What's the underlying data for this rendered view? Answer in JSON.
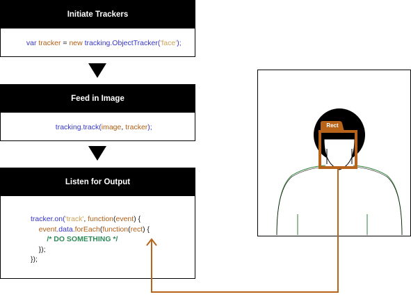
{
  "steps": [
    {
      "title": "Initiate Trackers",
      "code": {
        "part1": "var ",
        "part2": "tracker",
        "part3": " = ",
        "part4": "new ",
        "part5": "tracking.ObjectTracker(",
        "part6": "'face'",
        "part7": ");"
      }
    },
    {
      "title": "Feed in Image",
      "code": {
        "part1": "tracking.track(",
        "part2": "image",
        "part3": ", ",
        "part4": "tracker",
        "part5": ");"
      }
    },
    {
      "title": "Listen for Output",
      "code": {
        "l1a": "tracker.on(",
        "l1b": "'track'",
        "l1c": ", ",
        "l1d": "function",
        "l1e": "(",
        "l1f": "event",
        "l1g": ") {",
        "l2a": "    ",
        "l2b": "event",
        "l2c": ".data.",
        "l2d": "forEach",
        "l2e": "(",
        "l2f": "function",
        "l2g": "(",
        "l2h": "rect",
        "l2i": ") {",
        "l3": "        /* DO SOMETHING */",
        "l4": "    });",
        "l5": "});"
      }
    }
  ],
  "illustration": {
    "detection_label": "Rect",
    "detection_color": "#b8631a",
    "head_color": "#000000",
    "shoulder_color": "#2e7d32"
  }
}
